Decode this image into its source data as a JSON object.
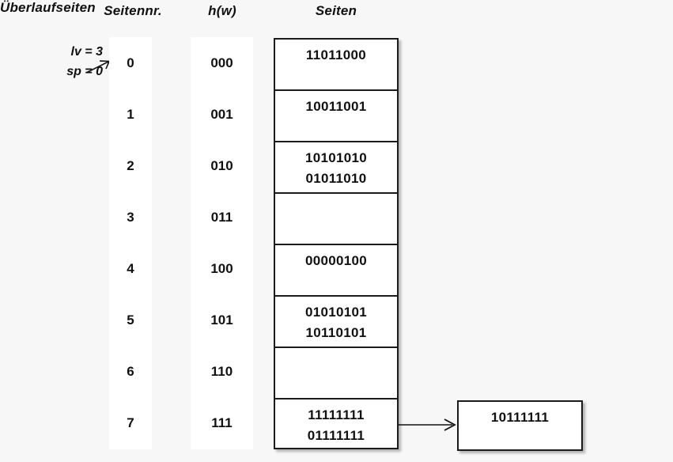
{
  "headers": {
    "seitennr": "Seitennr.",
    "hw": "h(w)",
    "seiten": "Seiten",
    "ueberlaufseiten": "Überlaufseiten"
  },
  "annotation": {
    "lv": "lv = 3",
    "sp": "sp = 0"
  },
  "rows": [
    {
      "nr": "0",
      "hash": "000",
      "entries": [
        "11011000"
      ]
    },
    {
      "nr": "1",
      "hash": "001",
      "entries": [
        "10011001"
      ]
    },
    {
      "nr": "2",
      "hash": "010",
      "entries": [
        "10101010",
        "01011010"
      ]
    },
    {
      "nr": "3",
      "hash": "011",
      "entries": []
    },
    {
      "nr": "4",
      "hash": "100",
      "entries": [
        "00000100"
      ]
    },
    {
      "nr": "5",
      "hash": "101",
      "entries": [
        "01010101",
        "10110101"
      ]
    },
    {
      "nr": "6",
      "hash": "110",
      "entries": []
    },
    {
      "nr": "7",
      "hash": "111",
      "entries": [
        "11111111",
        "01111111"
      ]
    }
  ],
  "overflow": {
    "entries": [
      "10111111"
    ],
    "from_row": "7"
  },
  "colors": {
    "background": "#f7f7f7",
    "stroke": "#1b1b1b",
    "text": "#111111",
    "cell_fill": "#ffffff"
  }
}
